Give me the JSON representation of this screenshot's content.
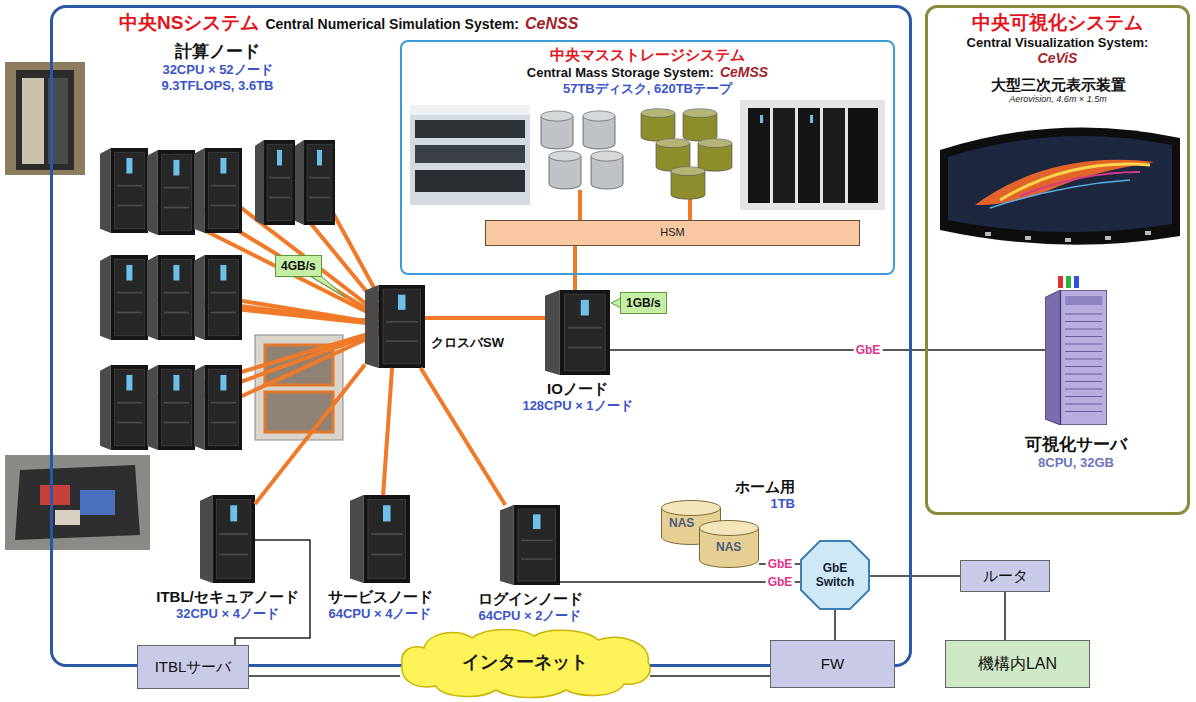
{
  "diagram": {
    "nodes": [
      {
        "text": [
          "中央NSシステム",
          "Central Numerical Simulation System:",
          "CeNSS"
        ]
      },
      {
        "text": [
          "計算ノード",
          "32CPU × 52ノード",
          "9.3TFLOPS, 3.6TB"
        ],
        "in": 0
      },
      {
        "text": [
          "中央マスストレージシステム",
          "Central Mass Storage System:",
          "CeMSS",
          "57TBディスク, 620TBテープ"
        ],
        "in": 0
      },
      {
        "text": [
          "HSM"
        ],
        "in": 2
      },
      {
        "text": [
          "クロスバSW"
        ],
        "in": 0
      },
      {
        "text": [
          "IOノード",
          "128CPU × 1ノード"
        ],
        "in": 0
      },
      {
        "text": [
          "ホーム用",
          "1TB"
        ],
        "in": 0
      },
      {
        "text": [
          "NAS"
        ],
        "in": 6
      },
      {
        "text": [
          "NAS"
        ],
        "in": 6
      },
      {
        "text": [
          "ITBL/セキュアノード",
          "32CPU × 4ノード"
        ],
        "in": 0
      },
      {
        "text": [
          "サービスノード",
          "64CPU × 4ノード"
        ],
        "in": 0
      },
      {
        "text": [
          "ログインノード",
          "64CPU × 2ノード"
        ],
        "in": 0
      },
      {
        "text": [
          "GbE Switch"
        ],
        "in": 0
      },
      {
        "text": [
          "中央可視化システム",
          "Central Visualization System:",
          "CeViS"
        ]
      },
      {
        "text": [
          "大型三次元表示装置",
          "Aerovision, 4.6m × 1.5m"
        ],
        "in": 13
      },
      {
        "text": [
          "可視化サーバ",
          "8CPU, 32GB"
        ],
        "in": 13
      },
      {
        "text": [
          "ルータ"
        ]
      },
      {
        "text": [
          "ITBLサーバ"
        ]
      },
      {
        "text": [
          "インターネット"
        ]
      },
      {
        "text": [
          "FW"
        ]
      },
      {
        "text": [
          "機構内LAN"
        ]
      }
    ],
    "edges": [
      {
        "from": 1,
        "to": 4,
        "arrow": "none"
      },
      {
        "from": 4,
        "to": 5,
        "arrow": "none"
      },
      {
        "from": 4,
        "to": 9,
        "arrow": "none"
      },
      {
        "from": 4,
        "to": 10,
        "arrow": "none"
      },
      {
        "from": 4,
        "to": 11,
        "arrow": "none"
      },
      {
        "from": 5,
        "to": 3,
        "arrow": "none"
      },
      {
        "from": 5,
        "to": 15,
        "label": "GbE",
        "arrow": "none"
      },
      {
        "from": 8,
        "to": 12,
        "label": "GbE",
        "arrow": "none"
      },
      {
        "from": 11,
        "to": 12,
        "label": "GbE",
        "arrow": "none"
      },
      {
        "from": 12,
        "to": 16,
        "arrow": "none"
      },
      {
        "from": 12,
        "to": 19,
        "arrow": "none"
      },
      {
        "from": 16,
        "to": 20,
        "arrow": "none"
      },
      {
        "from": 19,
        "to": 18,
        "arrow": "none"
      },
      {
        "from": 18,
        "to": 17,
        "arrow": "none"
      },
      {
        "from": 17,
        "to": 9,
        "arrow": "none"
      }
    ],
    "labels": [
      "4GB/s",
      "1GB/s"
    ]
  }
}
